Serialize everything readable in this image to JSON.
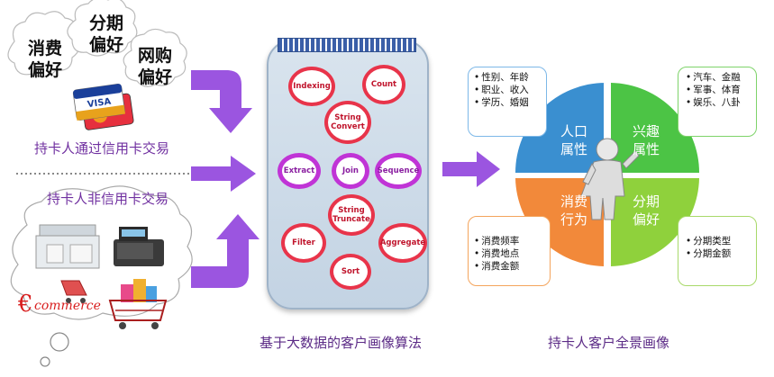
{
  "left": {
    "cloud_words": [
      "消费\n偏好",
      "分期\n偏好",
      "网购\n偏好"
    ],
    "card_label": "VISA",
    "caption_top": "持卡人通过信用卡交易",
    "caption_bottom": "持卡人非信用卡交易",
    "ecommerce_label": "commerce",
    "euro_symbol": "€"
  },
  "center": {
    "nodes": [
      "Indexing",
      "Count",
      "String\nConvert",
      "Extract",
      "Join",
      "Sequence",
      "String\nTruncate",
      "Filter",
      "Aggregate",
      "Sort"
    ],
    "caption": "基于大数据的客户画像算法"
  },
  "right": {
    "quadrants": [
      "人口\n属性",
      "兴趣\n属性",
      "消费\n行为",
      "分期\n偏好"
    ],
    "boxes": {
      "tl": [
        "性别、年龄",
        "职业、收入",
        "学历、婚姻"
      ],
      "tr": [
        "汽车、金融",
        "军事、体育",
        "娱乐、八卦"
      ],
      "bl": [
        "消费频率",
        "消费地点",
        "消费金额"
      ],
      "br": [
        "分期类型",
        "分期金额"
      ]
    },
    "caption": "持卡人客户全景画像"
  },
  "colors": {
    "arrow": "#9b55e0",
    "node_red": "#e8344a",
    "node_purple": "#c034d6",
    "q_blue": "#3a8fd0",
    "q_green": "#4cc445",
    "q_orange": "#f2893a",
    "q_lime": "#8fd13c"
  }
}
